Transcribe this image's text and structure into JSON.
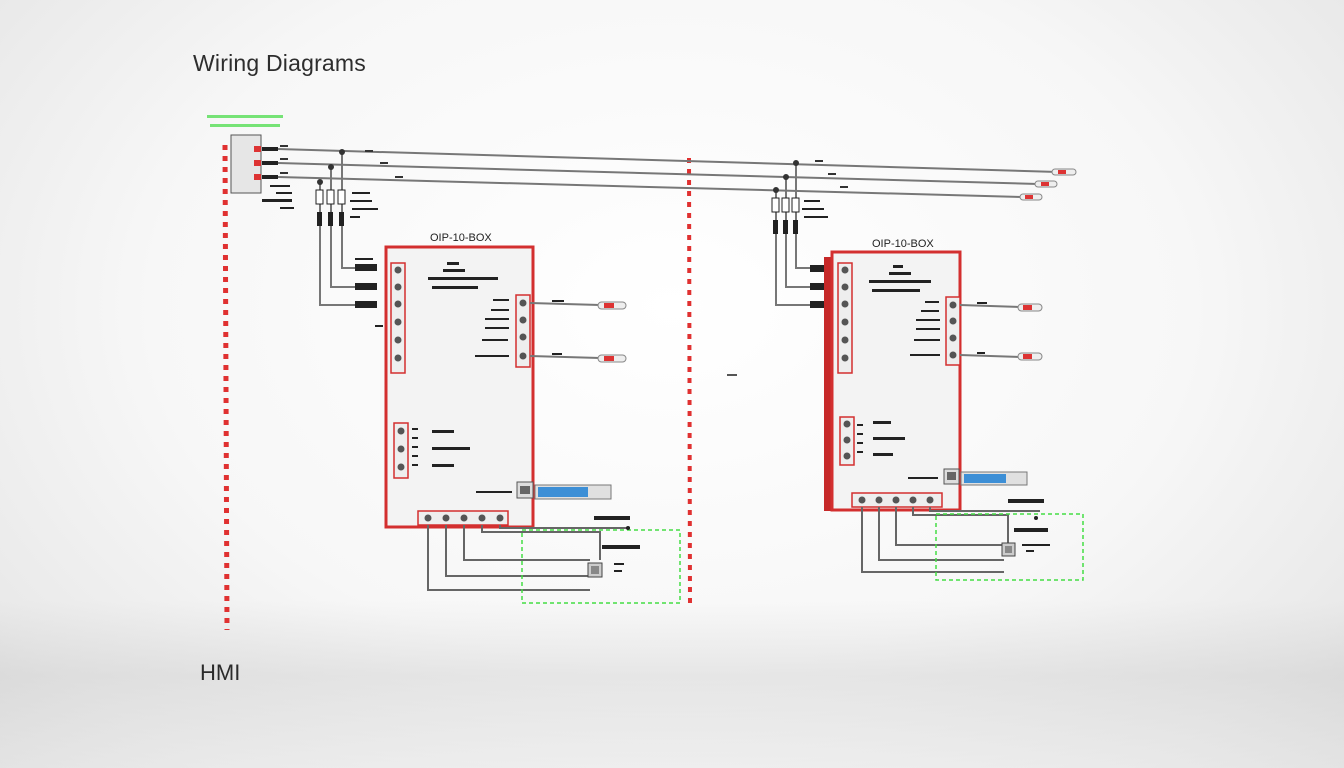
{
  "title": "Wiring Diagrams",
  "footer_label": "HMI",
  "modules": [
    {
      "name": "OIP-10-BOX"
    },
    {
      "name": "OIP-10-BOX"
    }
  ],
  "colors": {
    "enclosure_red": "#d32f2f",
    "dashed_red": "#e03131",
    "wire_gray": "#777777",
    "green_outline": "#44dd44",
    "display_blue": "#3d8fd6"
  }
}
